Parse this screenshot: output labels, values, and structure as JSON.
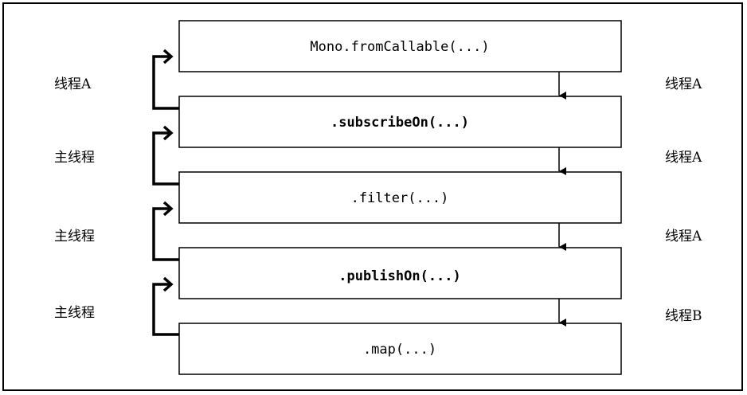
{
  "operators": [
    {
      "label": "Mono.fromCallable(...)",
      "bold": false
    },
    {
      "label": ".subscribeOn(...)",
      "bold": true
    },
    {
      "label": ".filter(...)",
      "bold": false
    },
    {
      "label": ".publishOn(...)",
      "bold": true
    },
    {
      "label": ".map(...)",
      "bold": false
    }
  ],
  "left_labels": [
    "线程A",
    "主线程",
    "主线程",
    "主线程"
  ],
  "right_labels": [
    "线程A",
    "线程A",
    "线程A",
    "线程B"
  ],
  "colors": {
    "stroke": "#000000",
    "fill": "#ffffff"
  }
}
